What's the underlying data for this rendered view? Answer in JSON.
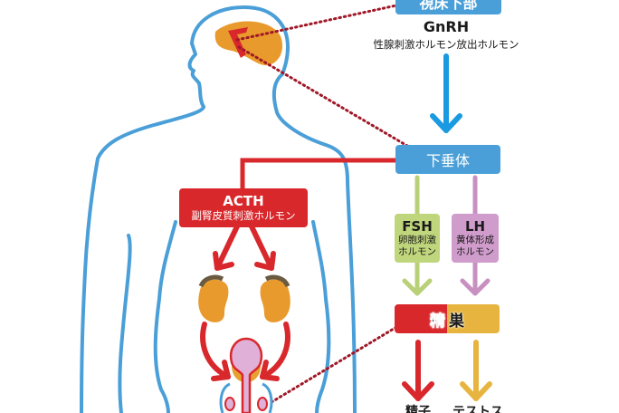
{
  "title": "Male reproductive hormone pathway",
  "colors": {
    "body_outline": "#4a9fd8",
    "blue_box": "#4a9fd8",
    "red": "#d8282c",
    "orange": "#e8a030",
    "gland_orange": "#e89a2c",
    "green": "#b8d078",
    "green_box": "#c0d67c",
    "purple": "#c890c0",
    "purple_box": "#d09ccc",
    "bladder_pink": "#e0b0d8",
    "gold": "#e8b440",
    "dotted_line": "#a01828"
  },
  "nodes": {
    "hypothalamus": {
      "label": "視床下部"
    },
    "gnrh": {
      "abbr": "GnRH",
      "name": "性腺刺激ホルモン放出ホルモン"
    },
    "pituitary": {
      "label": "下垂体"
    },
    "acth": {
      "abbr": "ACTH",
      "name": "副腎皮質刺激ホルモン"
    },
    "fsh": {
      "abbr": "FSH",
      "name_line1": "卵胞刺激",
      "name_line2": "ホルモン"
    },
    "lh": {
      "abbr": "LH",
      "name_line1": "黄体形成",
      "name_line2": "ホルモン"
    },
    "testes": {
      "label_left": "精",
      "label_right": "巣"
    },
    "sperm": {
      "label": "精子"
    },
    "testosterone": {
      "label": "テストス"
    }
  }
}
